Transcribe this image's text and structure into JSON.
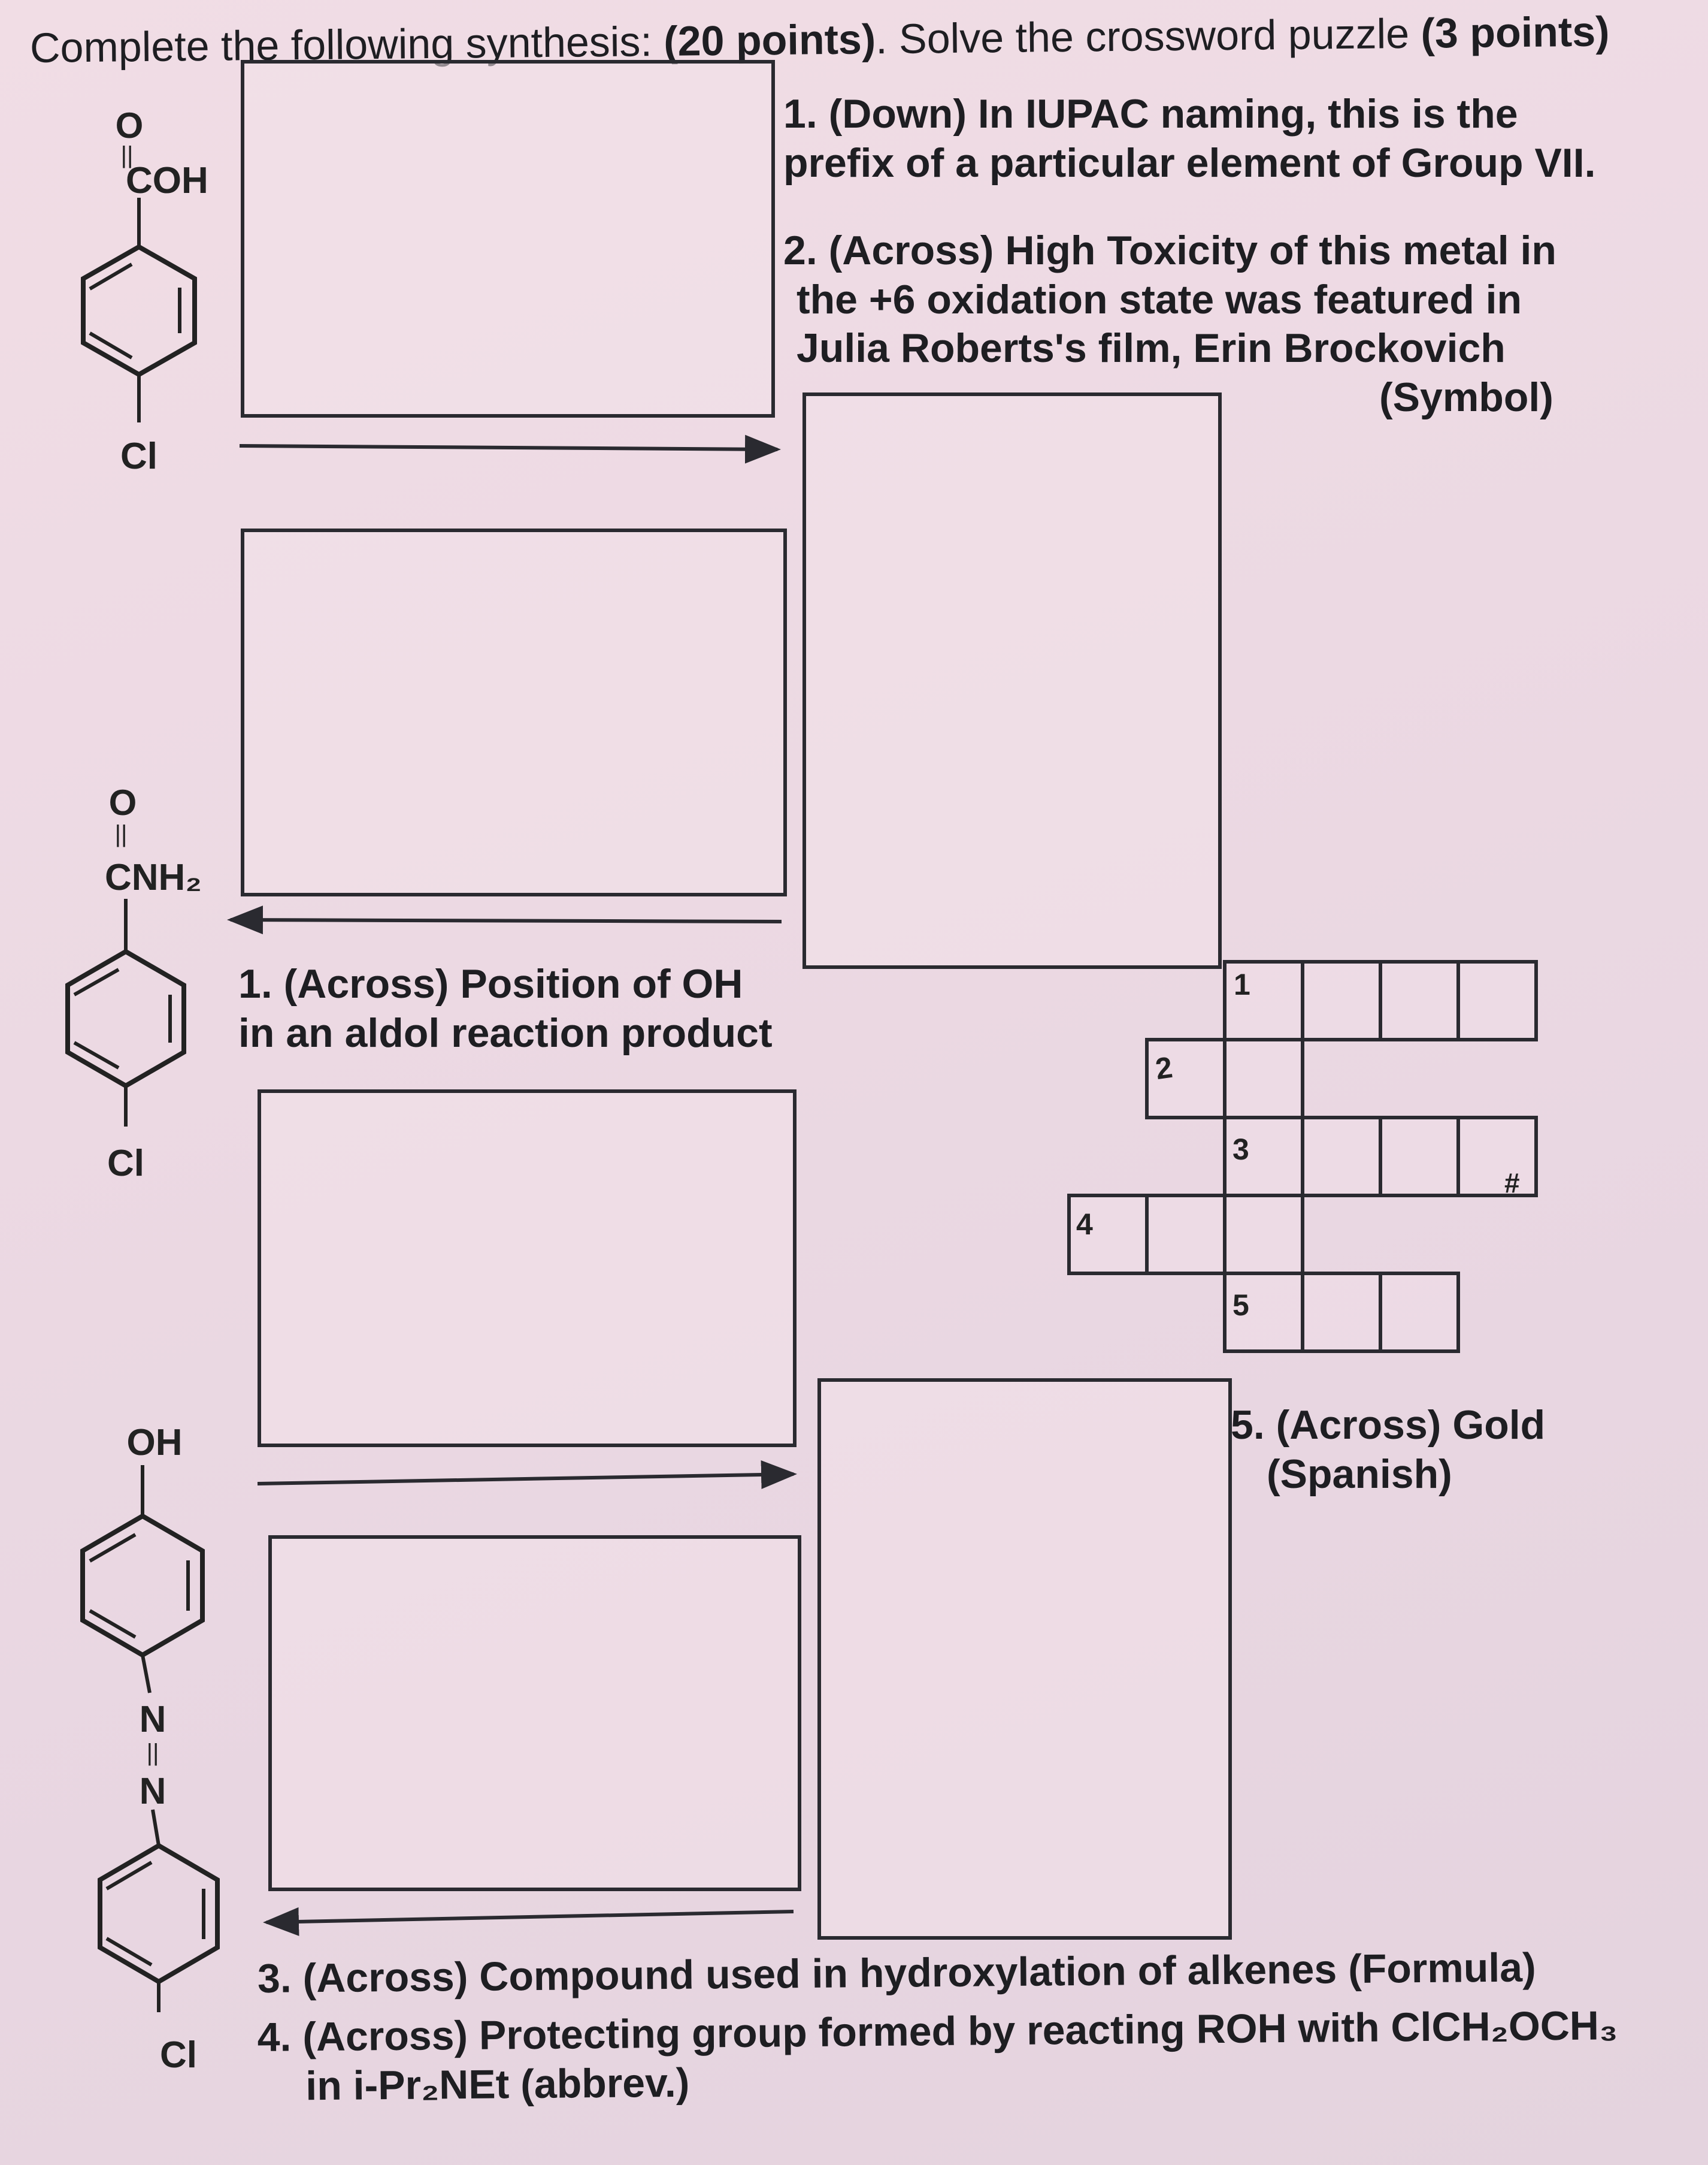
{
  "header": {
    "part1": "Complete the following synthesis: ",
    "part1_points": "(20 points)",
    "part2": ". Solve the crossword puzzle ",
    "part2_points": "(3 points)"
  },
  "clues": {
    "down1": [
      "1. (Down) In IUPAC naming, this is the",
      "prefix of a particular element of Group VII."
    ],
    "across2": [
      "2. (Across) High Toxicity of this metal in",
      "the +6 oxidation state was featured in",
      "Julia Roberts's film, Erin Brockovich",
      "(Symbol)"
    ],
    "across1": [
      "1. (Across) Position of OH",
      "in an aldol reaction product"
    ],
    "across5": [
      "5. (Across) Gold",
      "(Spanish)"
    ],
    "across3": "3. (Across) Compound used in hydroxylation of alkenes (Formula)",
    "across4_line1": "4. (Across) Protecting group formed by reacting ROH with ClCH₂OCH₃",
    "across4_line2": "in i-Pr₂NEt (abbrev.)"
  },
  "structures": {
    "s1": {
      "o": "O",
      "dbl": "||",
      "group": "COH",
      "halogen": "Cl"
    },
    "s2": {
      "o": "O",
      "dbl": "||",
      "group": "CNH₂",
      "halogen": "Cl"
    },
    "s3": {
      "top": "OH",
      "n1": "N",
      "dbl": "||",
      "n2": "N",
      "halogen": "Cl"
    }
  },
  "crossword": {
    "numbers": [
      "1",
      "2",
      "3",
      "#",
      "4",
      "5"
    ]
  }
}
